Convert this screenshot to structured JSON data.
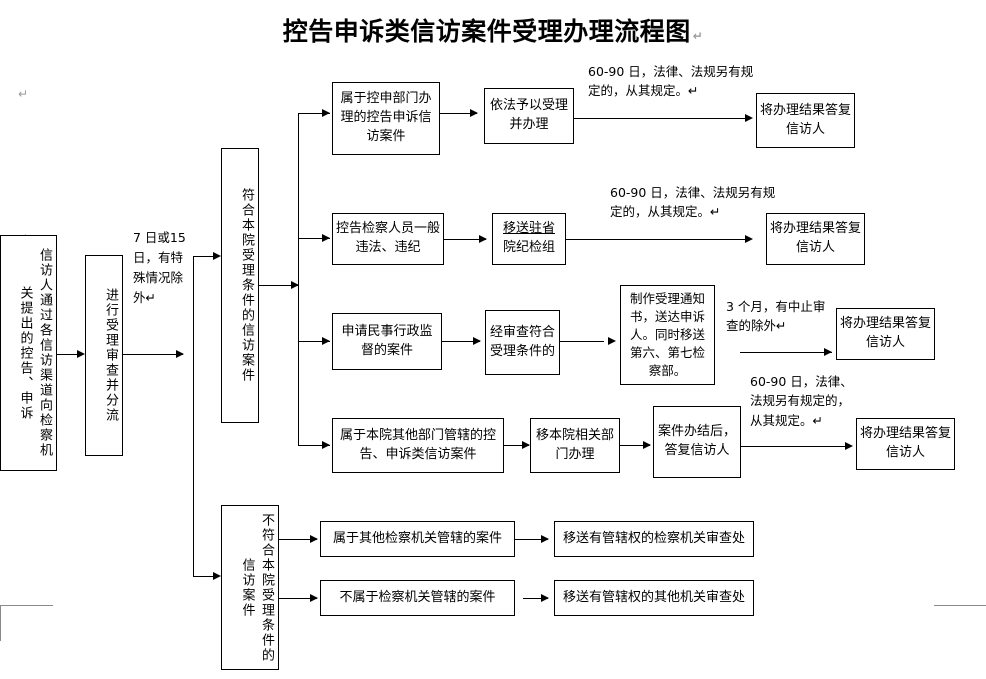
{
  "page": {
    "title": "控告申诉类信访案件受理办理流程图",
    "title_mark": "↵",
    "top_left_mark": "↵",
    "left_mark": "↵"
  },
  "nodes": {
    "intake": {
      "text": "信访人通过各信访渠道向检察机关提出的控告、申诉",
      "mark": "↵"
    },
    "review": {
      "text": "进行受理审查并分流",
      "mark": "↵"
    },
    "eligible": {
      "text": "符合本院受理条件的信访案件",
      "mark": "↵"
    },
    "ineligible": {
      "text": "不符合本院受理条件的信访案件",
      "mark": "↵"
    },
    "r1_c1": {
      "text": "属于控申部门办理的控告申诉信访案件",
      "mark": "↵"
    },
    "r1_c2": {
      "text": "依法予以受理并办理",
      "mark": "↵"
    },
    "r1_out": {
      "text": "将办理结果答复信访人",
      "mark": "↵"
    },
    "r2_c1": {
      "text": "控告检察人员一般违法、违纪",
      "mark": "↵"
    },
    "r2_c2_line1": "移送驻省",
    "r2_c2_line2": "院纪检组",
    "r2_c2_mark": "↵",
    "r2_out": {
      "text": "将办理结果答复信访人",
      "mark": "↵"
    },
    "r3_c1": {
      "text": "申请民事行政监督的案件",
      "mark": "↵"
    },
    "r3_c2": {
      "text": "经审查符合受理条件的",
      "mark": "↵"
    },
    "r3_c3": {
      "text": "制作受理通知书，送达申诉人。同时移送第六、第七检察部。",
      "mark": "↵"
    },
    "r3_out": {
      "text": "将办理结果答复信访人",
      "mark": "↵"
    },
    "r4_c1": {
      "text": "属于本院其他部门管辖的控告、申诉类信访案件",
      "mark": "↵"
    },
    "r4_c2": {
      "text": "移本院相关部门办理",
      "mark": "↵"
    },
    "r4_c3": {
      "text": "案件办结后，答复信访人",
      "mark": "↵"
    },
    "r4_out": {
      "text": "将办理结果答复信访人",
      "mark": "↵"
    },
    "r5_c1": {
      "text": "属于其他检察机关管辖的案件",
      "mark": "↵"
    },
    "r5_c2": {
      "text": "移送有管辖权的检察机关审查处",
      "mark": ""
    },
    "r6_c1": {
      "text": "不属于检察机关管辖的案件",
      "mark": "↵"
    },
    "r6_c2": {
      "text": "移送有管辖权的其他机关审查处",
      "mark": ""
    }
  },
  "annotations": {
    "timeline_intake": "7 日或15 日，有特殊情况除外↵",
    "deadline_r1": "60-90 日，法律、法规另有规定的，从其规定。↵",
    "deadline_r2": "60-90 日，法律、法规另有规定的，从其规定。↵",
    "deadline_r3": "3 个月，有中止审查的除外↵",
    "deadline_r4": "60-90 日，法律、法规另有规定的，从其规定。↵"
  },
  "colors": {
    "line": "#000000",
    "text": "#000000",
    "background": "#ffffff",
    "mark": "#9a9a9a",
    "corner_mark": "#8a8a8a"
  }
}
